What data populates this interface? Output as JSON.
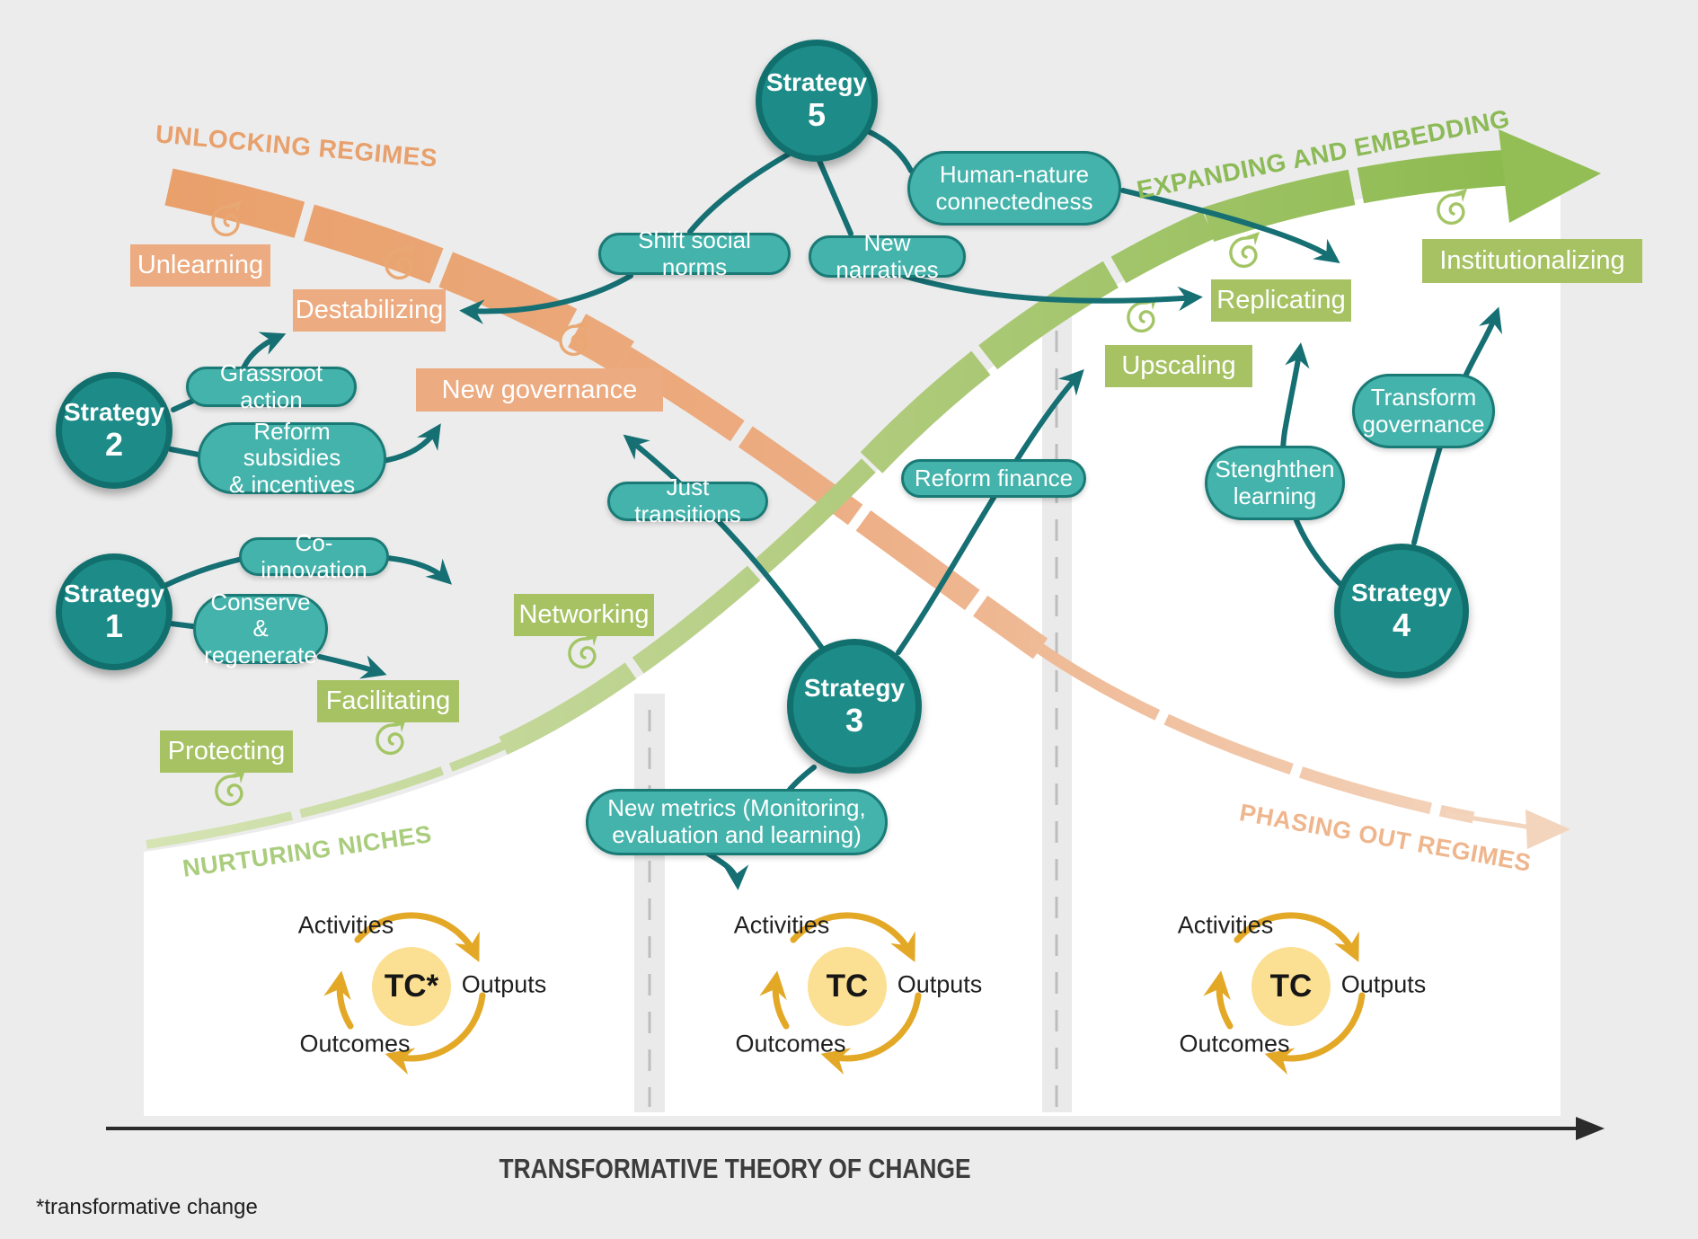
{
  "canvas": {
    "axis_title": "TRANSFORMATIVE THEORY OF CHANGE",
    "footnote": "*transformative change"
  },
  "band_labels": {
    "unlocking": "UNLOCKING REGIMES",
    "expanding": "EXPANDING AND EMBEDDING",
    "nurturing": "NURTURING NICHES",
    "phasing": "PHASING OUT REGIMES"
  },
  "strategies": {
    "s1": {
      "word": "Strategy",
      "num": "1"
    },
    "s2": {
      "word": "Strategy",
      "num": "2"
    },
    "s3": {
      "word": "Strategy",
      "num": "3"
    },
    "s4": {
      "word": "Strategy",
      "num": "4"
    },
    "s5": {
      "word": "Strategy",
      "num": "5"
    }
  },
  "regime_actions": {
    "unlearning": "Unlearning",
    "destabilizing": "Destabilizing",
    "new_governance": "New governance"
  },
  "niche_actions": {
    "protecting": "Protecting",
    "facilitating": "Facilitating",
    "networking": "Networking",
    "upscaling": "Upscaling",
    "replicating": "Replicating",
    "institutionalizing": "Institutionalizing"
  },
  "interventions": {
    "grassroot": "Grassroot action",
    "reform_subsidies": "Reform subsidies\n& incentives",
    "co_innovation": "Co-innovation",
    "conserve": "Conserve &\nregenerate",
    "shift_norms": "Shift social norms",
    "new_narratives": "New narratives",
    "human_nature": "Human-nature\nconnectedness",
    "just_transitions": "Just transitions",
    "reform_finance": "Reform finance",
    "new_metrics": "New metrics (Monitoring,\nevaluation and learning)",
    "strengthen_learning": "Stenghthen\nlearning",
    "transform_governance": "Transform\ngovernance"
  },
  "tc_cycles": [
    {
      "center": "TC*",
      "activities": "Activities",
      "outputs": "Outputs",
      "outcomes": "Outcomes"
    },
    {
      "center": "TC",
      "activities": "Activities",
      "outputs": "Outputs",
      "outcomes": "Outcomes"
    },
    {
      "center": "TC",
      "activities": "Activities",
      "outputs": "Outputs",
      "outcomes": "Outcomes"
    }
  ],
  "colors": {
    "background": "#ececec",
    "panel": "#ffffff",
    "teal_circle": "#1d8c88",
    "teal_pill": "#44b3ab",
    "teal_line": "#156f73",
    "orange_box": "#ecab80",
    "green_box": "#a6c263",
    "band_orange": "#e9a06b",
    "band_green": "#8cba4e",
    "gold": "#e3a826",
    "tc_fill": "#fbdf92"
  }
}
